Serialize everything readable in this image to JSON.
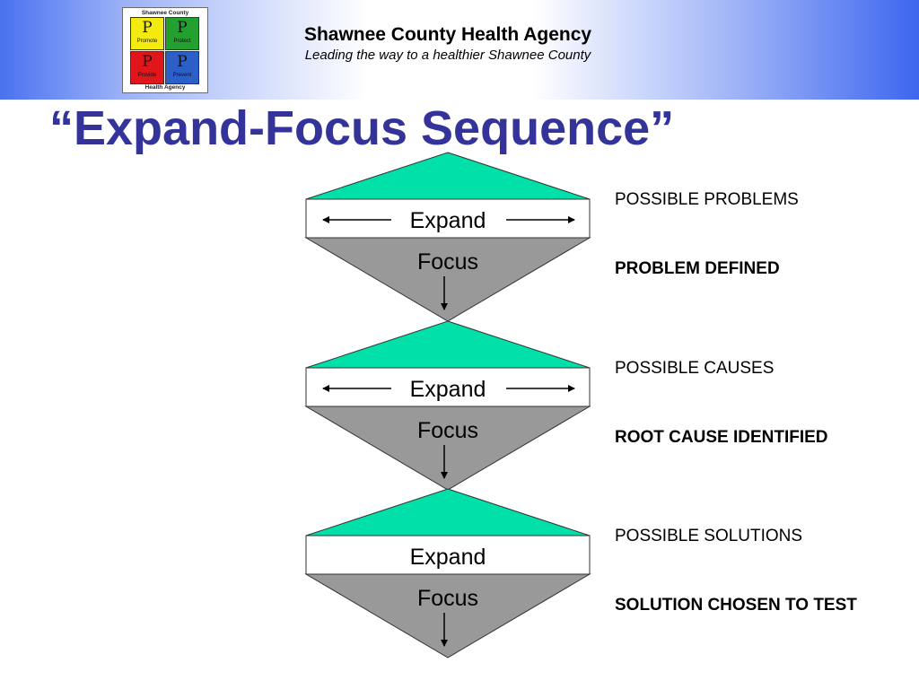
{
  "header": {
    "agency_name": "Shawnee County Health Agency",
    "tagline": "Leading the way to a healthier Shawnee County",
    "logo": {
      "top_text": "Shawnee County",
      "bottom_text": "Health Agency",
      "quadrants": [
        {
          "letter": "P",
          "word": "Promote",
          "color": "#f3ea12"
        },
        {
          "letter": "P",
          "word": "Protect",
          "color": "#23a030"
        },
        {
          "letter": "P",
          "word": "Provide",
          "color": "#e0161b"
        },
        {
          "letter": "P",
          "word": "Prevent",
          "color": "#2c5fc8"
        }
      ]
    }
  },
  "title": "“Expand-Focus Sequence”",
  "stages": [
    {
      "expand_label": "Expand",
      "focus_label": "Focus",
      "expand_result": "POSSIBLE PROBLEMS",
      "focus_result": "PROBLEM DEFINED",
      "has_expand_arrows": true
    },
    {
      "expand_label": "Expand",
      "focus_label": "Focus",
      "expand_result": "POSSIBLE CAUSES",
      "focus_result": "ROOT CAUSE IDENTIFIED",
      "has_expand_arrows": true
    },
    {
      "expand_label": "Expand",
      "focus_label": "Focus",
      "expand_result": "POSSIBLE SOLUTIONS",
      "focus_result": "SOLUTION CHOSEN TO TEST",
      "has_expand_arrows": false
    }
  ],
  "colors": {
    "expand_fill": "#00e0a8",
    "focus_fill": "#999999",
    "title": "#333399"
  }
}
